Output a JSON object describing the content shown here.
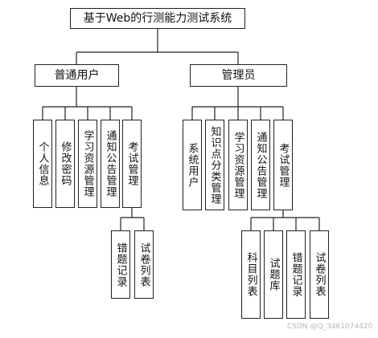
{
  "title": "基于Web的行测能力测试系统",
  "roles": {
    "user": "普通用户",
    "admin": "管理员"
  },
  "user_modules": [
    "个人信息",
    "修改密码",
    "学习资源管理",
    "通知公告管理",
    "考试管理"
  ],
  "user_exam_sub": [
    "错题记录",
    "试卷列表"
  ],
  "admin_modules": [
    "系统用户",
    "知识点分类管理",
    "学习资源管理",
    "通知公告管理",
    "考试管理"
  ],
  "admin_exam_sub": [
    "科目列表",
    "试题库",
    "错题记录",
    "试卷列表"
  ],
  "watermark": "CSDN @Q_3461074420"
}
